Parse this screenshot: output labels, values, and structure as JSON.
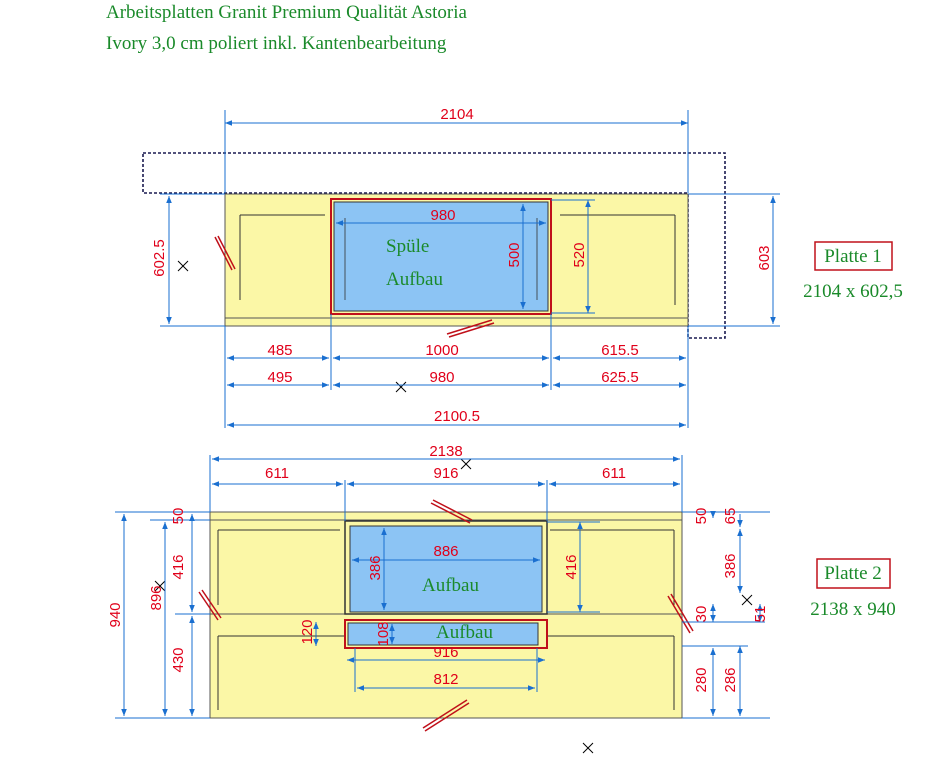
{
  "header": {
    "title_line1": "Arbeitsplatten Granit Premium Qualität Astoria",
    "title_line2": "Ivory 3,0 cm poliert inkl. Kantenbearbeitung"
  },
  "colors": {
    "slab": "#fbf7a6",
    "cutout": "#8cc4f4",
    "dimension": "#e0001a",
    "dim_line": "#1a6fd0",
    "label_green": "#1a8a2a",
    "outline_dark": "#1a1a50"
  },
  "plate1": {
    "name": "Platte 1",
    "size": "2104 x 602,5",
    "sink_label_1": "Spüle",
    "sink_label_2": "Aufbau",
    "dims": {
      "top": "2104",
      "cutout_width": "980",
      "cutout_height_inner": "500",
      "cutout_height_outer": "520",
      "left_height": "602.5",
      "right_height": "603",
      "row1_left": "485",
      "row1_mid": "1000",
      "row1_right": "615.5",
      "row2_left": "495",
      "row2_mid": "980",
      "row2_right": "625.5",
      "bottom_total": "2100.5"
    }
  },
  "plate2": {
    "name": "Platte 2",
    "size": "2138 x 940",
    "cutout_label_1": "Aufbau",
    "cutout_label_2": "Aufbau",
    "dims": {
      "total": "2138",
      "left": "611",
      "mid": "916",
      "right": "611",
      "cutout_width": "886",
      "cutout_height": "386",
      "left_inner_height": "416",
      "right_inner_height": "416",
      "right_cutout_height": "386",
      "left_top_50": "50",
      "right_top_50": "50",
      "right_top_65": "65",
      "outer_height": "940",
      "inner_height": "896",
      "left_lower": "430",
      "small_120": "120",
      "small_108": "108",
      "lower_916": "916",
      "lower_812": "812",
      "right_30": "30",
      "right_51": "51",
      "right_280": "280",
      "right_286": "286"
    }
  }
}
